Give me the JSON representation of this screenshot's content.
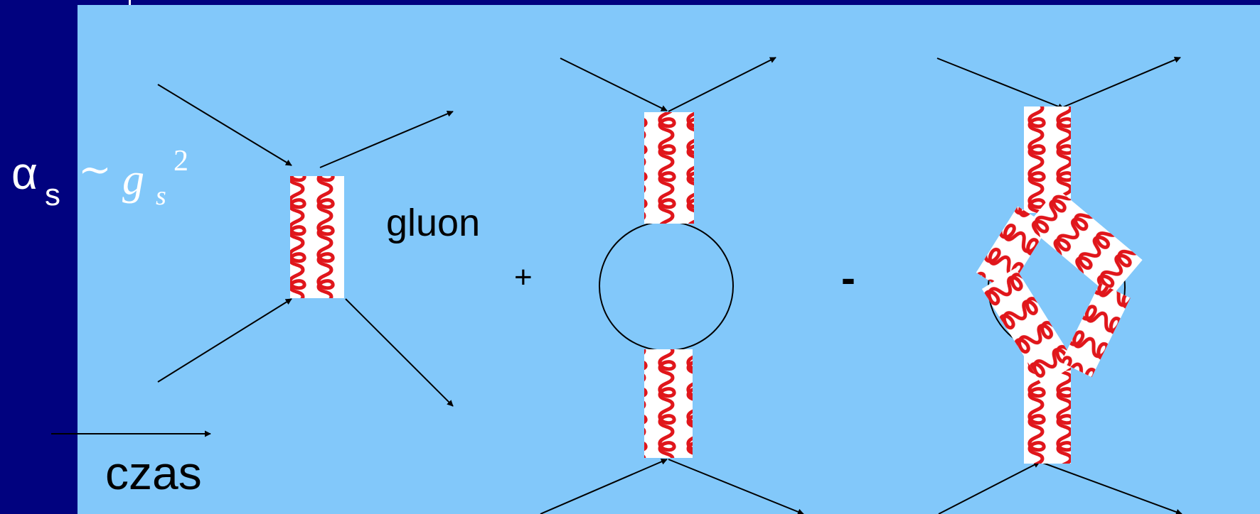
{
  "formula": {
    "alpha": "α",
    "alpha_sub": "s",
    "tilde": "~",
    "g": "g",
    "g_sub": "s",
    "g_sup": "2"
  },
  "labels": {
    "gluon": "gluon",
    "plus": "+",
    "minus": "-",
    "time": "czas"
  },
  "colors": {
    "background": "#82c8fa",
    "band": "#01027f",
    "gluon": "#e0161b",
    "line": "#000000",
    "text_light": "#ffffff"
  }
}
